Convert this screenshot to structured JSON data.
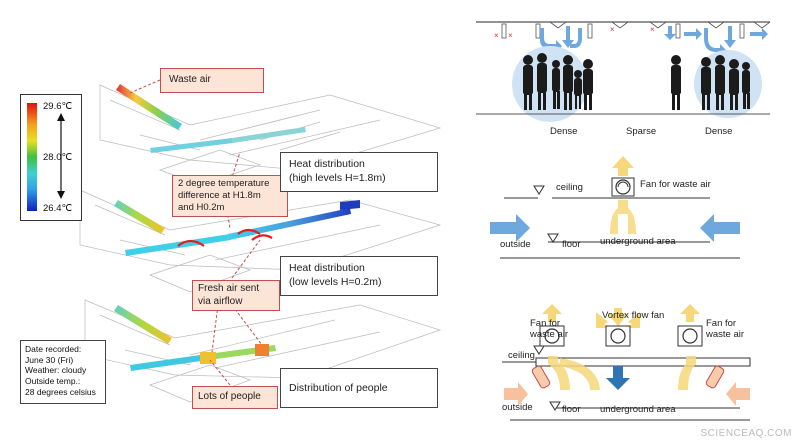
{
  "legend": {
    "max_label": "29.6℃",
    "mid_label": "28.0℃",
    "min_label": "26.4℃"
  },
  "callouts": {
    "waste_air": "Waste air",
    "temp_diff": [
      "2 degree temperature",
      "difference at H1.8m",
      "and H0.2m"
    ],
    "fresh_air": [
      "Fresh air sent",
      "via airflow"
    ],
    "lots_people": "Lots of people"
  },
  "info_boxes": {
    "high": [
      "Heat distribution",
      "(high levels  H=1.8m)"
    ],
    "low": [
      "Heat distribution",
      "(low levels  H=0.2m)"
    ],
    "people": "Distribution of people"
  },
  "date_box": [
    "Date recorded:",
    "June 30 (Fri)",
    "Weather: cloudy",
    "Outside temp.:",
    "28 degrees celsius"
  ],
  "crowd_labels": {
    "left": "Dense",
    "center": "Sparse",
    "right": "Dense"
  },
  "diagram_middle": {
    "ceiling": "ceiling",
    "fan": "Fan for waste air",
    "outside": "outside",
    "floor": "floor",
    "underground": "underground area"
  },
  "diagram_bottom": {
    "fan_left": [
      "Fan for",
      "waste air"
    ],
    "vortex": "Vortex flow fan",
    "fan_right": [
      "Fan for",
      "waste air"
    ],
    "ceiling": "ceiling",
    "outside": "outside",
    "floor": "floor",
    "underground": "underground area"
  },
  "watermark": "SCIENCEAQ.COM",
  "colors": {
    "arrow_blue": "#6fa8dc",
    "arrow_yellow": "#f6d77a",
    "arrow_dark_blue": "#2e75b6",
    "arrow_orange": "#f4b183",
    "callout_fill": "#fce4d6",
    "callout_border": "#c0504d"
  }
}
